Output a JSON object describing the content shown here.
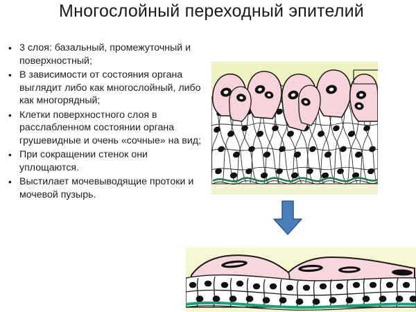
{
  "slide": {
    "title": "Многослойный переходный эпителий",
    "bullet_marker": "•",
    "bullets": [
      "3 слоя: базальный, промежуточный и поверхностный;",
      "В зависимости от состояния органа выглядит либо как многослойный, либо как многорядный;",
      "Клетки поверхностного слоя в расслабленном состоянии органа грушевидные и очень «сочные» на вид;",
      "При сокращении стенок они уплощаются.",
      "Выстилает мочевыводящие протоки и мочевой пузырь."
    ]
  },
  "figures": {
    "top": {
      "name": "relaxed-transitional-epithelium",
      "caption": "",
      "background_color": "#EEF2C0",
      "surface_cell_color": "#F7D4DB",
      "intermediate_cell_color": "#FFFFFF",
      "nucleus_color": "#111111",
      "basement_membrane_color": "#1E7A4C",
      "outline_color": "#1a1a1a"
    },
    "bottom": {
      "name": "stretched-transitional-epithelium",
      "caption": "",
      "background_color": "#F7F6D2",
      "surface_cell_color": "#F6D7DD",
      "intermediate_cell_color": "#FFFFFF",
      "nucleus_color": "#111111",
      "basement_membrane_color": "#17A07A",
      "outline_color": "#1a1a1a"
    }
  },
  "arrow": {
    "direction": "down",
    "fill_color": "#4A7EBB",
    "stroke_color": "#2E5B8F"
  }
}
